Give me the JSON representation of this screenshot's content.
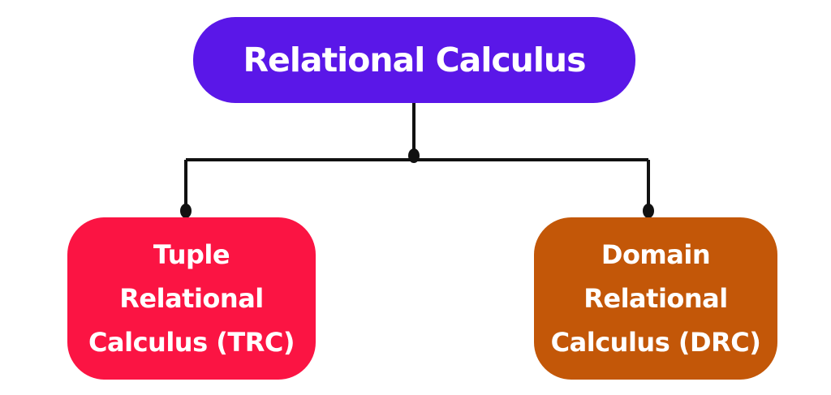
{
  "diagram": {
    "background_color": "#ffffff",
    "connector_color": "#111111",
    "text_color": "#ffffff",
    "root": {
      "label": "Relational Calculus",
      "color": "#5a17e8"
    },
    "children": [
      {
        "label": "Tuple\nRelational\nCalculus (TRC)",
        "color": "#fb1443"
      },
      {
        "label": "Domain\nRelational\nCalculus (DRC)",
        "color": "#c35708"
      }
    ]
  }
}
